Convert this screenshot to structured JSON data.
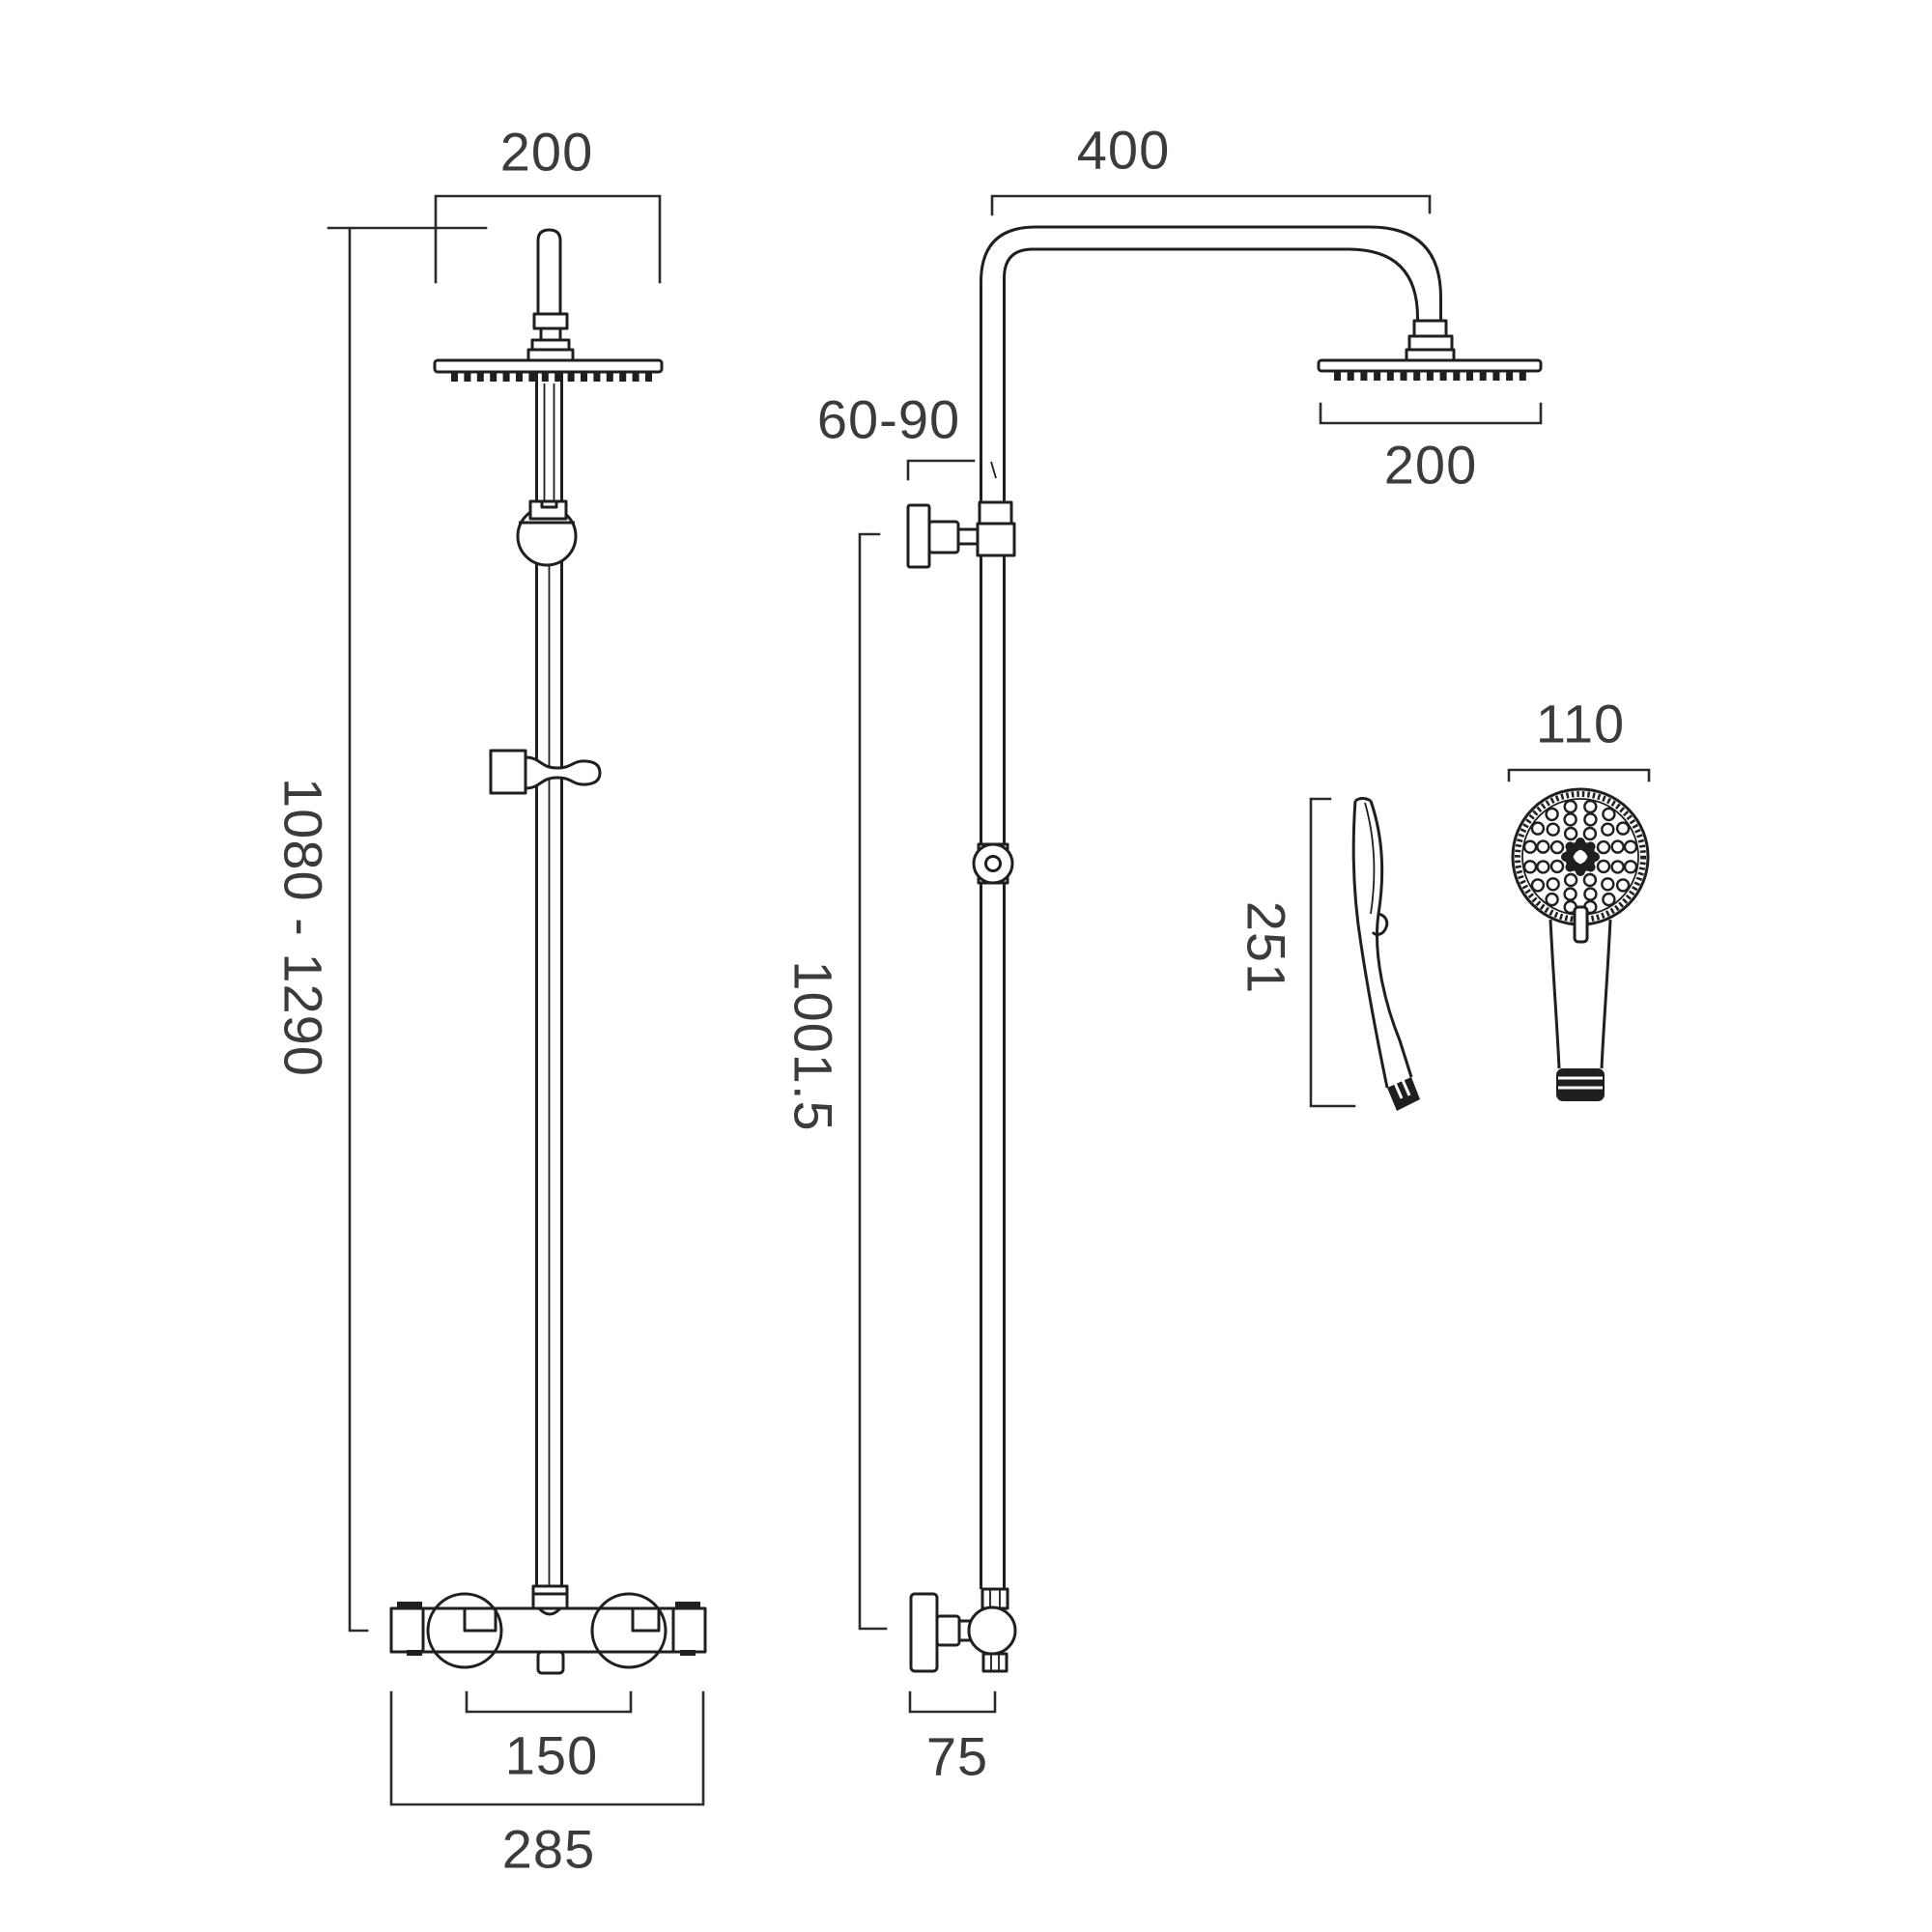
{
  "page": {
    "background": "#ffffff",
    "line_color": "#1f1f1f",
    "dimension_text_color": "#3b3b3b"
  },
  "views": {
    "front": {
      "dims": {
        "head_width": "200",
        "height_range": "1080 - 1290",
        "handle_centres": "150",
        "valve_width": "285"
      }
    },
    "side": {
      "dims": {
        "arm_reach": "400",
        "wall_offset": "60-90",
        "head_diameter": "200",
        "rail_length": "1001.5",
        "valve_depth": "75"
      }
    },
    "handset": {
      "dims": {
        "head_diameter": "110",
        "length": "251"
      }
    }
  }
}
